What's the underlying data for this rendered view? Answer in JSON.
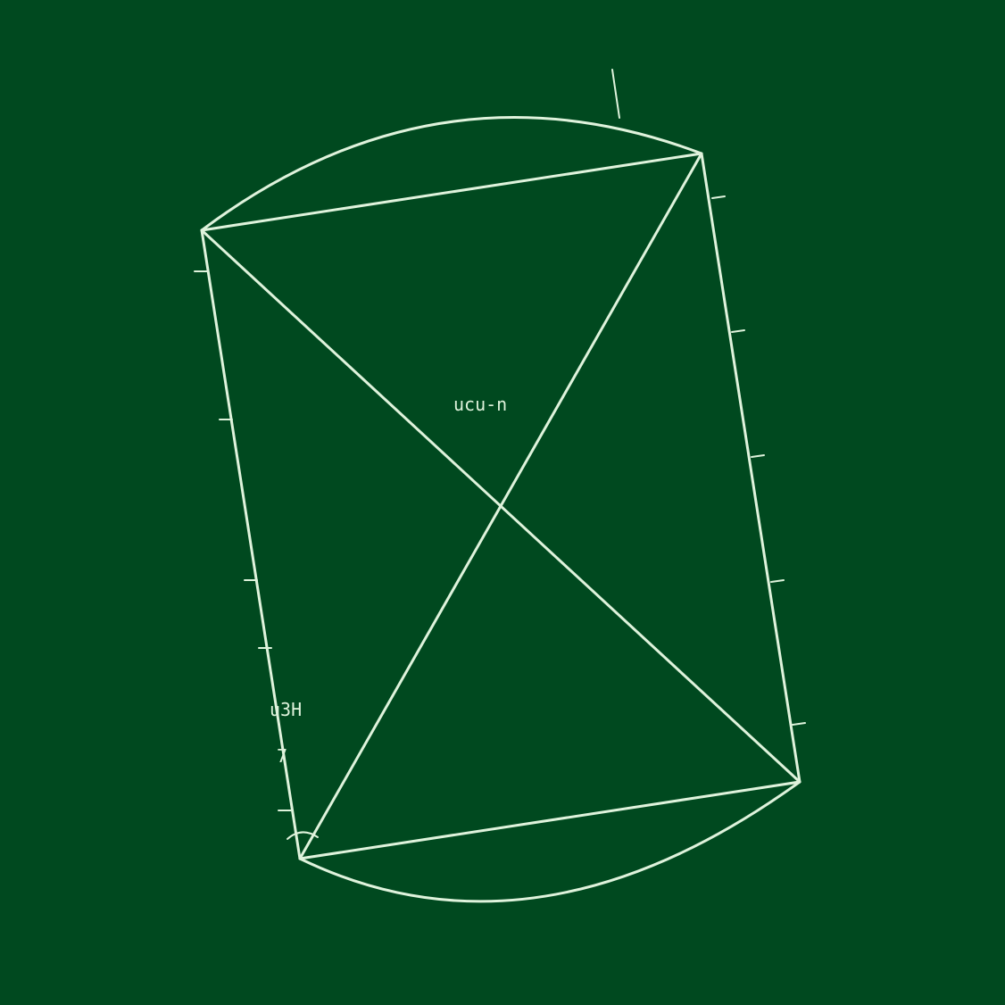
{
  "board": {
    "background": "#00491f",
    "chalk_color": "#dff3dc"
  },
  "labels": {
    "center": "ucu-n",
    "left_side": "u3H",
    "left_corner": "7"
  }
}
